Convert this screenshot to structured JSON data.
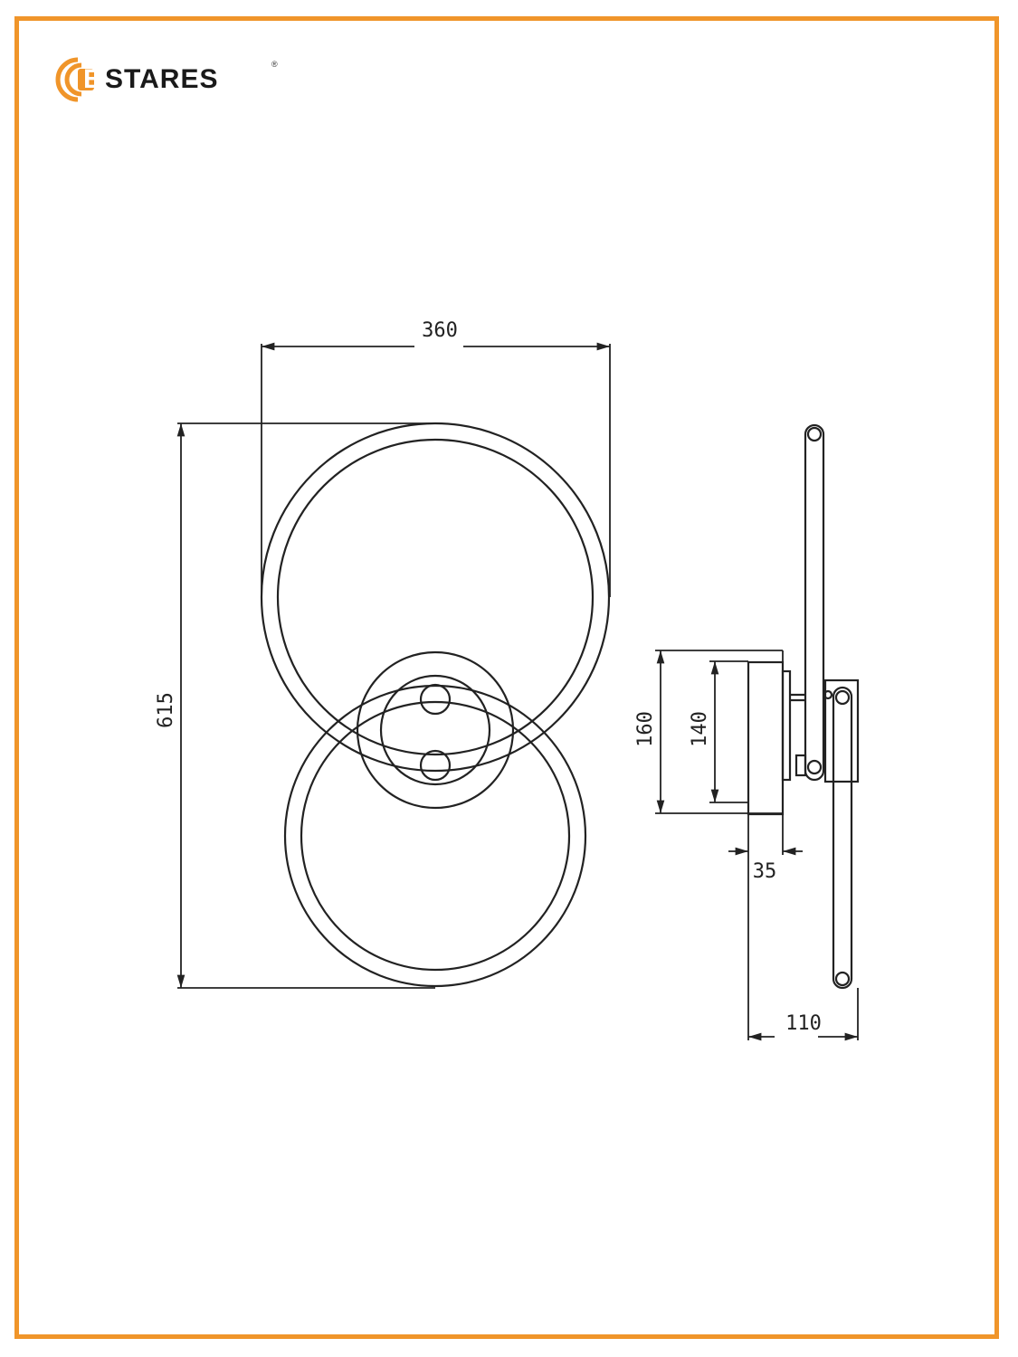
{
  "brand": {
    "logo_text": "STARES",
    "logo_initial": "E",
    "registered_mark": "®",
    "accent_color": "#f0952a"
  },
  "dimensions": {
    "width": "360",
    "height": "615",
    "base_outer": "160",
    "base_inner": "140",
    "base_offset": "35",
    "depth": "110"
  }
}
